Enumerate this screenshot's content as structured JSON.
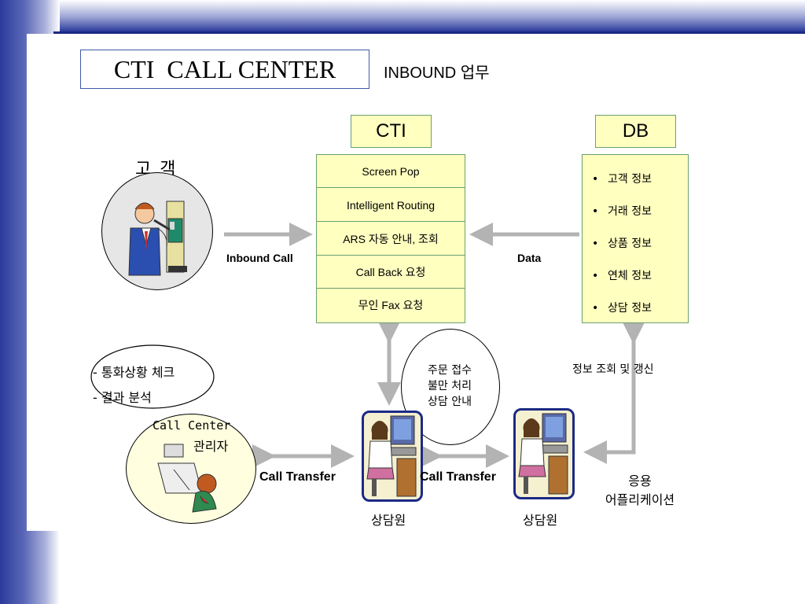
{
  "title": "CTI  CALL CENTER",
  "subtitle": "INBOUND 업무",
  "cti_label": "CTI",
  "db_label": "DB",
  "customer_label": "고 객",
  "cti_items": [
    "Screen Pop",
    "Intelligent Routing",
    "ARS 자동 안내, 조회",
    "Call Back 요청",
    "무인 Fax 요청"
  ],
  "db_items": [
    "고객 정보",
    "거래 정보",
    "상품 정보",
    "연체 정보",
    "상담 정보"
  ],
  "bullet": "•",
  "inbound_call": "Inbound Call",
  "data_label": "Data",
  "manager_tasks": [
    "- 통화상황 체크",
    "- 결과 분석"
  ],
  "manager_label_1": "Call Center",
  "manager_label_2": "관리자",
  "center_bubble": [
    "주문 접수",
    "불만 처리",
    "상담 안내"
  ],
  "db_query": "정보 조회 및 갱신",
  "call_transfer_1": "Call Transfer",
  "call_transfer_2": "Call Transfer",
  "agent_1": "상담원",
  "agent_2": "상담원",
  "app_1": "응용",
  "app_2": "어플리케이션",
  "colors": {
    "navy": "#1c2a85",
    "box_fill": "#ffffc0",
    "box_border": "#6aa070",
    "arrow": "#b3b3b3"
  }
}
